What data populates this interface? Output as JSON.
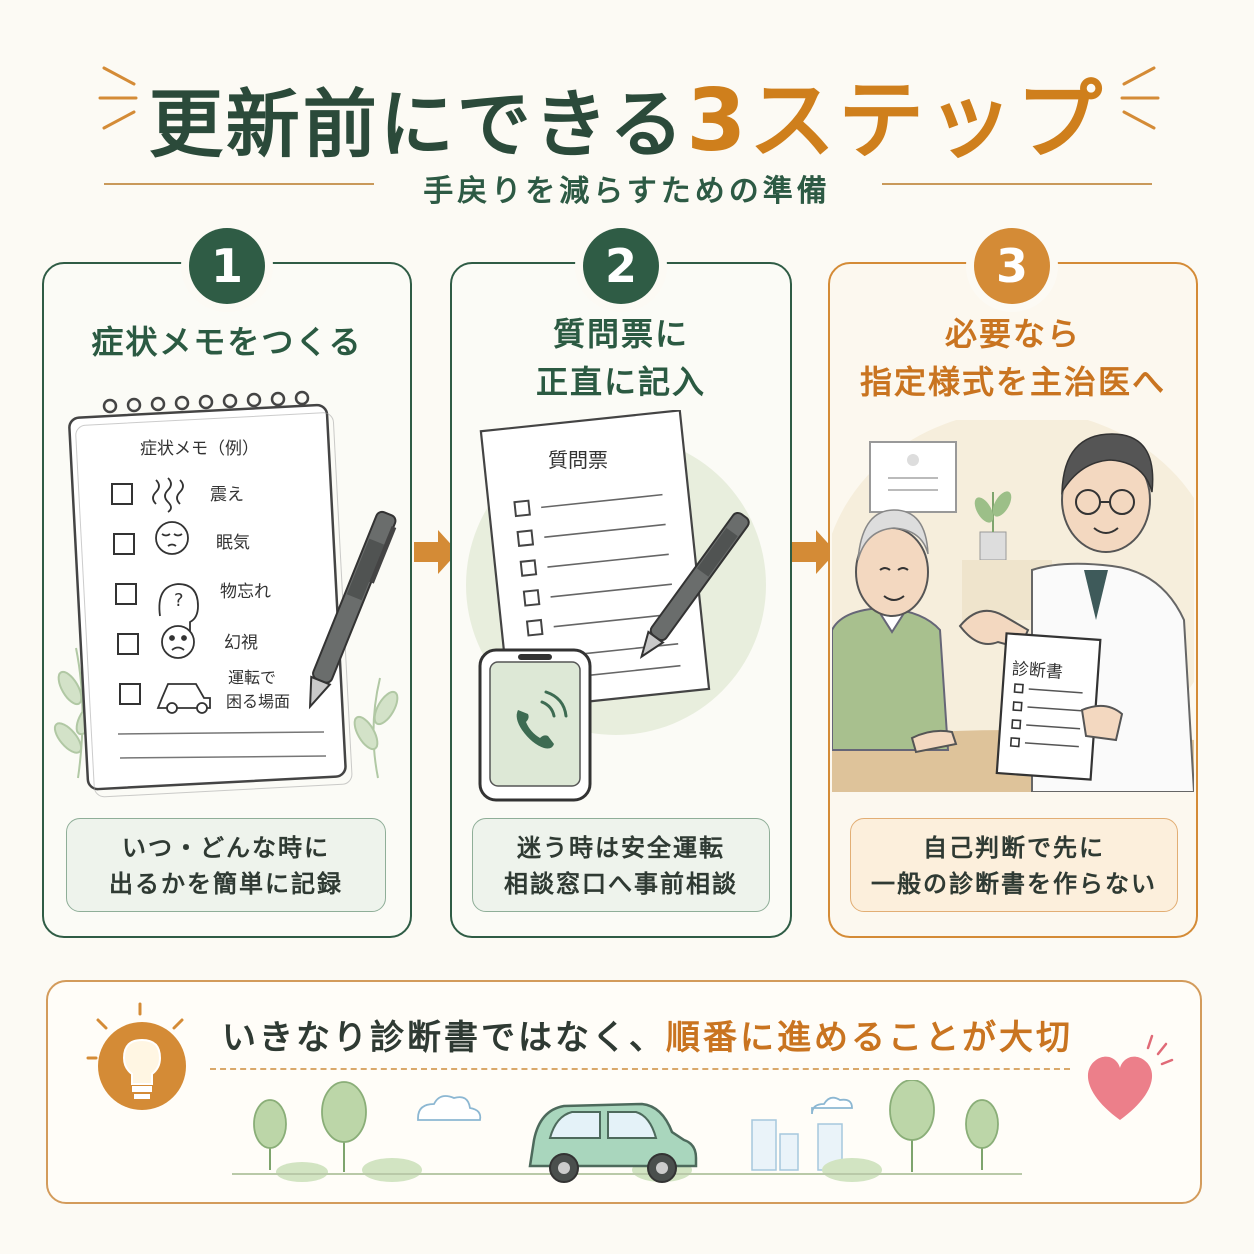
{
  "header": {
    "title_main": "更新前にできる",
    "title_accent": "3ステップ",
    "subtitle": "手戻りを減らすための準備"
  },
  "steps": [
    {
      "number": "1",
      "title_lines": [
        "症状メモをつくる"
      ],
      "memo": {
        "heading": "症状メモ（例）",
        "items": [
          "震え",
          "眠気",
          "物忘れ",
          "幻視",
          "運転で",
          "困る場面"
        ]
      },
      "note_lines": [
        "いつ・どんな時に",
        "出るかを簡単に記録"
      ]
    },
    {
      "number": "2",
      "title_lines": [
        "質問票に",
        "正直に記入"
      ],
      "form_heading": "質問票",
      "note_lines": [
        "迷う時は安全運転",
        "相談窓口へ事前相談"
      ]
    },
    {
      "number": "3",
      "title_lines": [
        "必要なら",
        "指定様式を主治医へ"
      ],
      "doc_heading": "診断書",
      "note_lines": [
        "自己判断で先に",
        "一般の診断書を作らない"
      ]
    }
  ],
  "bottom": {
    "text_plain": "いきなり診断書ではなく、",
    "text_highlight": "順番に進めることが大切"
  },
  "colors": {
    "green_dark": "#2f5c45",
    "orange": "#d48b36",
    "background": "#fcfaf4"
  },
  "icons": [
    "lightbulb-icon",
    "heart-icon",
    "car-icon",
    "phone-icon",
    "pen-icon",
    "arrow-right-icon"
  ]
}
